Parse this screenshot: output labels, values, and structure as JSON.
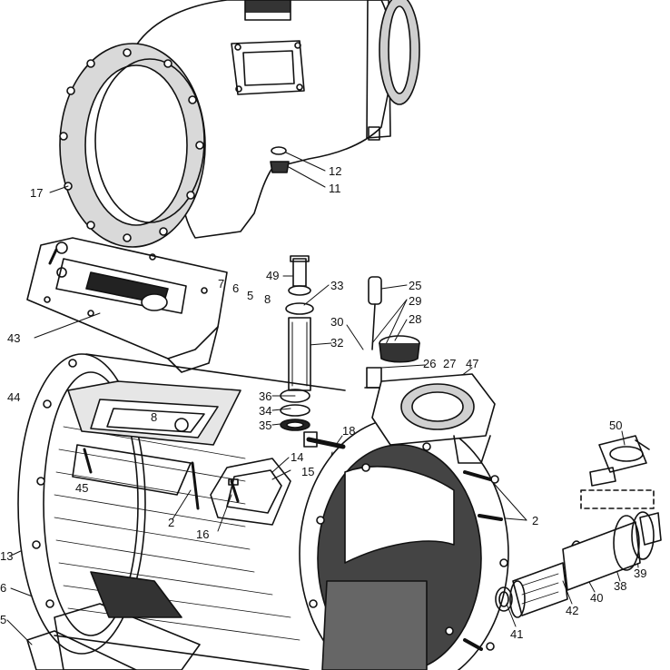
{
  "drawing": {
    "line_color": "#111111",
    "paper_color": "#ffffff",
    "part_numbers": {
      "p12": "12",
      "p11": "11",
      "p17": "17",
      "p49": "49",
      "p33": "33",
      "p25": "25",
      "p29": "29",
      "p28": "28",
      "p30": "30",
      "p32": "32",
      "p7": "7",
      "p6a": "6",
      "p5a": "5",
      "p8a": "8",
      "p43": "43",
      "p26": "26",
      "p27": "27",
      "p47": "47",
      "p44": "44",
      "p36": "36",
      "p34": "34",
      "p35": "35",
      "p18": "18",
      "p8b": "8",
      "p14": "14",
      "p15": "15",
      "p45": "45",
      "p50": "50",
      "p2a": "2",
      "p2b": "2",
      "p16": "16",
      "p13": "13",
      "p38": "38",
      "p39": "39",
      "p40": "40",
      "p42": "42",
      "p41": "41",
      "p6b": "6",
      "p5b": "5"
    }
  }
}
